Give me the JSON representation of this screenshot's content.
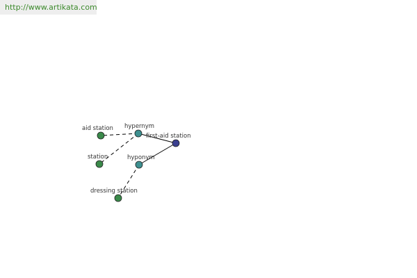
{
  "url": "http://www.artikata.com",
  "graph": {
    "center": {
      "id": "first-aid-station",
      "label": "first-aid station",
      "color": "#3a3f8f"
    },
    "relations": [
      {
        "id": "hypernym",
        "label": "hypernym",
        "color": "#3e9090",
        "style": "solid",
        "terms": [
          {
            "id": "aid-station",
            "label": "aid station",
            "color": "#3a8a4a",
            "style": "dashed"
          },
          {
            "id": "station",
            "label": "station",
            "color": "#3a8a4a",
            "style": "dashed"
          }
        ]
      },
      {
        "id": "hyponym",
        "label": "hyponym",
        "color": "#3e9090",
        "style": "solid",
        "terms": [
          {
            "id": "dressing-station",
            "label": "dressing station",
            "color": "#3a8a4a",
            "style": "dashed"
          }
        ]
      }
    ]
  }
}
